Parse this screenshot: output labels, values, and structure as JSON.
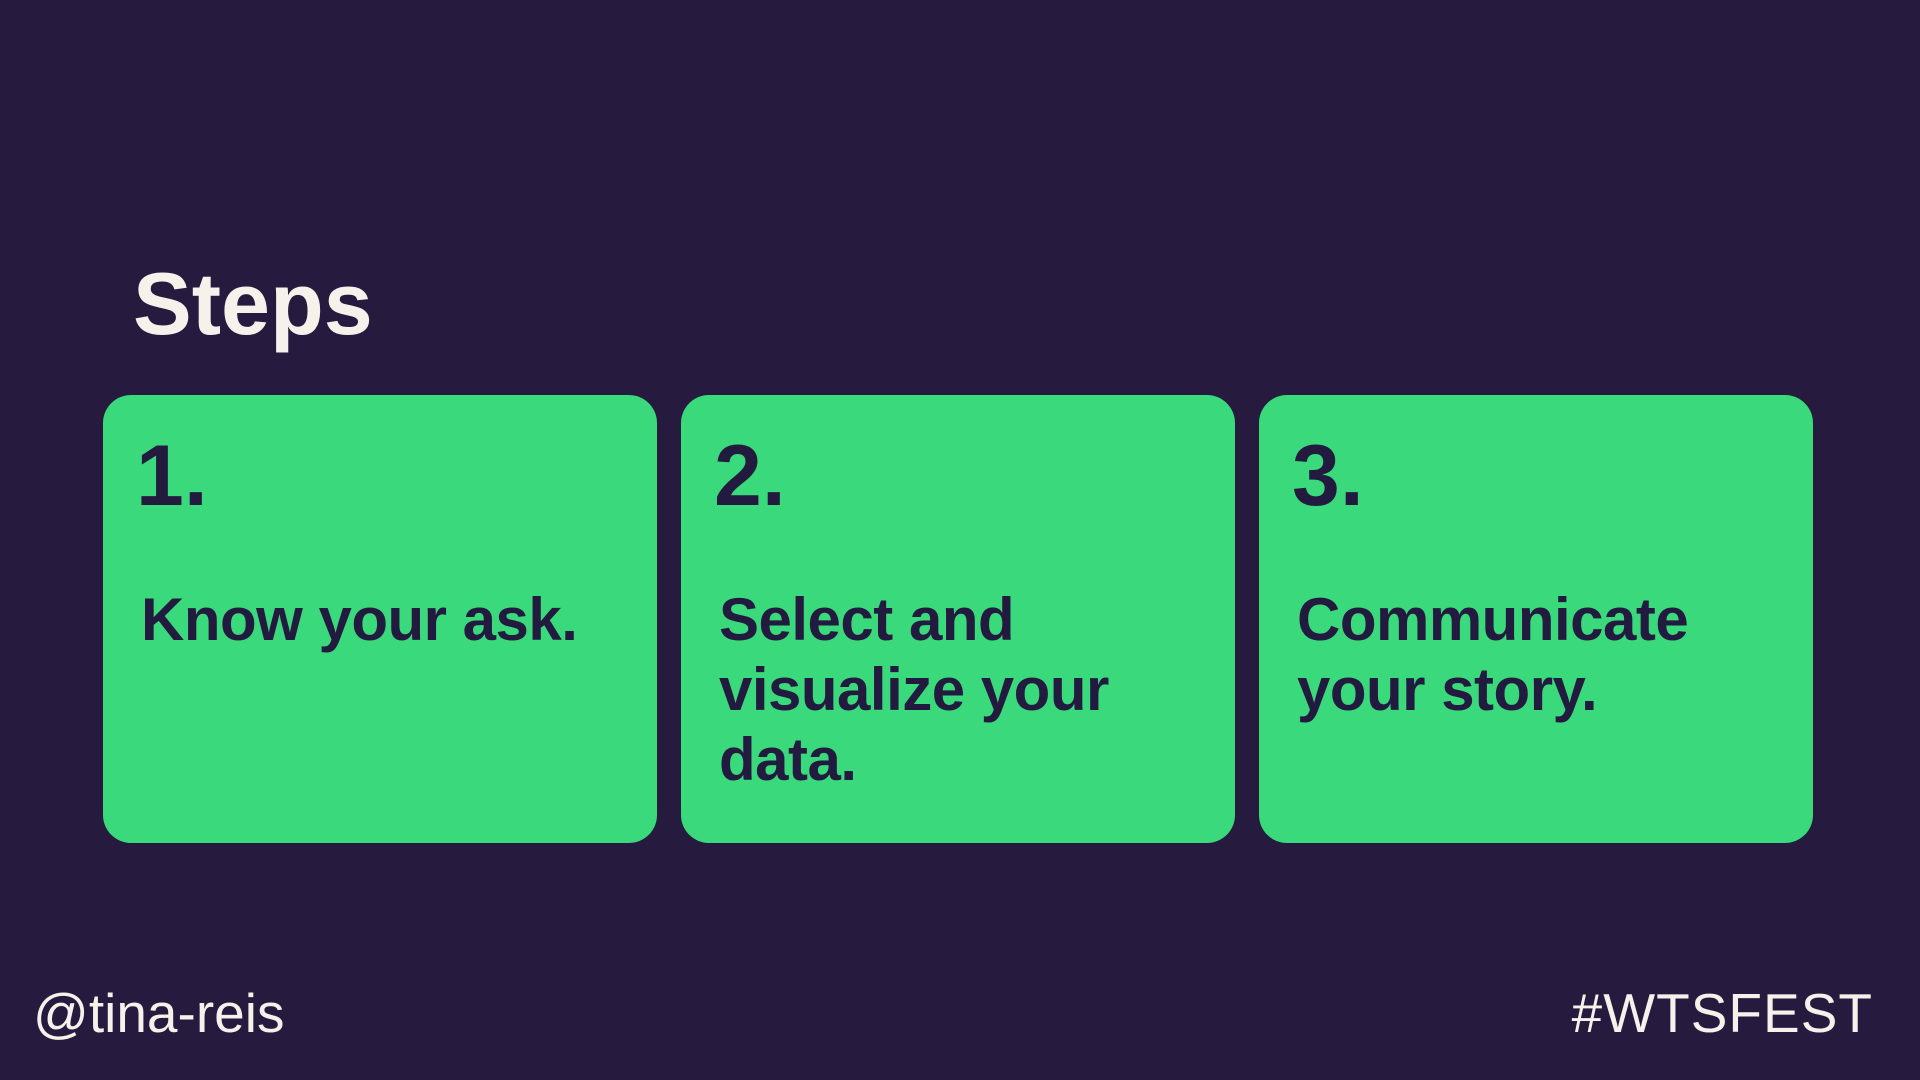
{
  "slide": {
    "title": "Steps",
    "cards": [
      {
        "number": "1.",
        "text": "Know your ask."
      },
      {
        "number": "2.",
        "text": "Select and visualize your data."
      },
      {
        "number": "3.",
        "text": "Communicate your story."
      }
    ],
    "footer": {
      "handle": "@tina-reis",
      "hashtag": "#WTSFEST"
    },
    "colors": {
      "background": "#261b3e",
      "card": "#3ad97c",
      "card_text": "#231a40",
      "light_text": "#f6f1ea"
    }
  }
}
